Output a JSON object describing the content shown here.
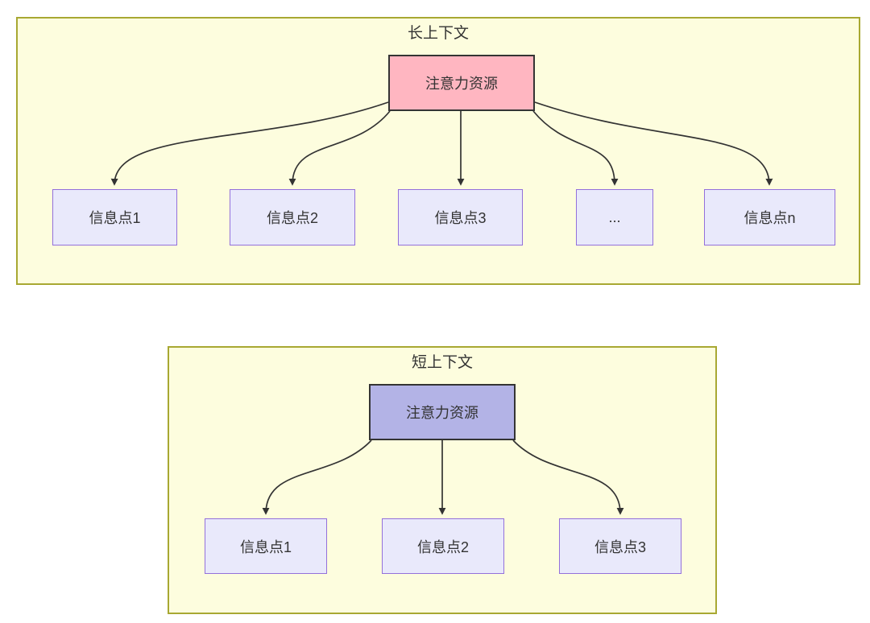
{
  "diagram": {
    "type": "flowchart",
    "colors": {
      "page_background": "#ffffff",
      "group_fill": "#fdfdde",
      "group_border": "#a8a832",
      "attention_long_fill": "#ffb6c1",
      "attention_short_fill": "#b3b3e6",
      "attention_border": "#343434",
      "info_fill": "#e9e9fb",
      "info_border": "#9370db",
      "edge_color": "#333333",
      "text_color": "#333333"
    },
    "groups": [
      {
        "title": "长上下文",
        "attention": {
          "label": "注意力资源"
        },
        "info_nodes": [
          "信息点1",
          "信息点2",
          "信息点3",
          "...",
          "信息点n"
        ],
        "edges": [
          {
            "from": "注意力资源",
            "to": "信息点1"
          },
          {
            "from": "注意力资源",
            "to": "信息点2"
          },
          {
            "from": "注意力资源",
            "to": "信息点3"
          },
          {
            "from": "注意力资源",
            "to": "..."
          },
          {
            "from": "注意力资源",
            "to": "信息点n"
          }
        ]
      },
      {
        "title": "短上下文",
        "attention": {
          "label": "注意力资源"
        },
        "info_nodes": [
          "信息点1",
          "信息点2",
          "信息点3"
        ],
        "edges": [
          {
            "from": "注意力资源",
            "to": "信息点1"
          },
          {
            "from": "注意力资源",
            "to": "信息点2"
          },
          {
            "from": "注意力资源",
            "to": "信息点3"
          }
        ]
      }
    ]
  }
}
